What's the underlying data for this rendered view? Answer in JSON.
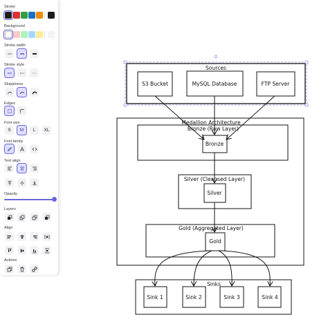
{
  "panel": {
    "stroke": {
      "label": "Stroke",
      "colors": [
        "#1e1e1e",
        "#e03131",
        "#2f9e44",
        "#1971c2",
        "#f08c00"
      ],
      "current": "#1e1e1e"
    },
    "background": {
      "label": "Background",
      "colors": [
        "#ffffff",
        "#ffc9c9",
        "#b2f2bb",
        "#a5d8ff",
        "#ffec99"
      ],
      "current": "transparent"
    },
    "stroke_width": {
      "label": "Stroke width",
      "options": [
        "thin",
        "bold",
        "extra-bold"
      ],
      "selected": "bold"
    },
    "stroke_style": {
      "label": "Stroke style",
      "options": [
        "solid",
        "dashed",
        "dotted"
      ],
      "selected": "solid"
    },
    "sloppiness": {
      "label": "Sloppiness",
      "options": [
        "architect",
        "artist",
        "cartoonist"
      ],
      "selected": "artist"
    },
    "edges": {
      "label": "Edges",
      "options": [
        "sharp",
        "round"
      ],
      "selected": "sharp"
    },
    "font_size": {
      "label": "Font size",
      "options": [
        "S",
        "M",
        "L",
        "XL"
      ],
      "selected": "M"
    },
    "font_family": {
      "label": "Font family",
      "options": [
        "hand-drawn",
        "normal",
        "code"
      ],
      "selected": "hand-drawn"
    },
    "text_align": {
      "label": "Text align",
      "horizontal": [
        "left",
        "center",
        "right"
      ],
      "selected_h": "center",
      "vertical": [
        "top",
        "middle",
        "bottom"
      ],
      "selected_v": "top"
    },
    "opacity": {
      "label": "Opacity",
      "value": 100
    },
    "layers": {
      "label": "Layers",
      "actions": [
        "send-to-back",
        "send-backward",
        "bring-forward",
        "bring-to-front"
      ]
    },
    "align": {
      "label": "Align",
      "actions": [
        "align-left",
        "center-horizontally",
        "align-right",
        "distribute-horizontally",
        "align-top",
        "center-vertically",
        "align-bottom",
        "distribute-vertically"
      ]
    },
    "actions": {
      "label": "Actions",
      "items": [
        "duplicate",
        "delete",
        "link"
      ]
    }
  },
  "diagram": {
    "sources": {
      "title": "Sources",
      "items": [
        "S3 Bucket",
        "MySQL Database",
        "FTP Server"
      ]
    },
    "architecture": {
      "title": "Medallion Architecture"
    },
    "bronze": {
      "title": "Bronze (Raw Layer)",
      "node": "Bronze"
    },
    "silver": {
      "title": "Silver (Cleansed Layer)",
      "node": "Silver"
    },
    "gold": {
      "title": "Gold (Aggregated Layer)",
      "node": "Gold"
    },
    "sinks": {
      "title": "Sinks",
      "items": [
        "Sink 1",
        "Sink 2",
        "Sink 3",
        "Sink 4"
      ]
    }
  }
}
